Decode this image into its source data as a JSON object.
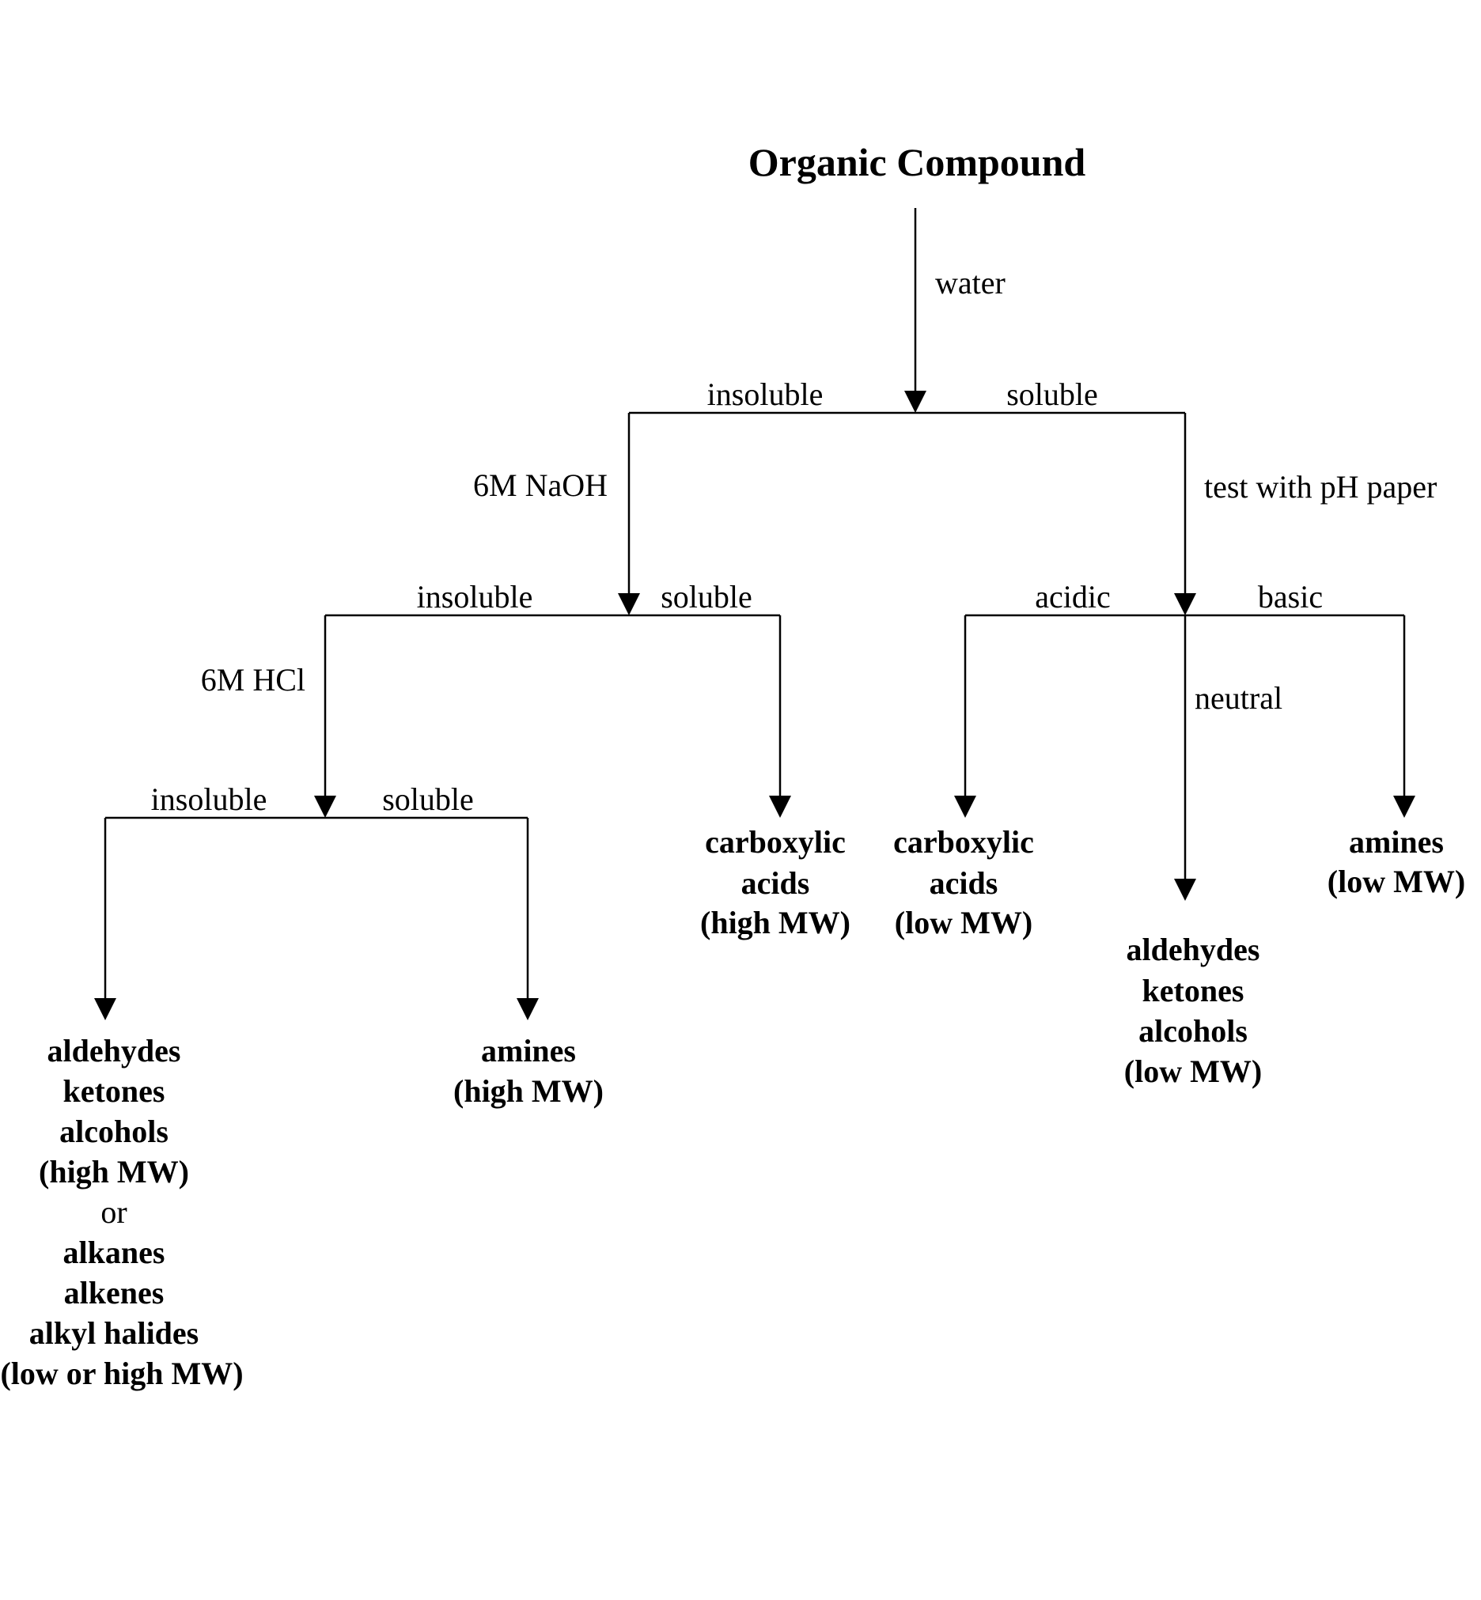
{
  "title": "Organic Compound",
  "labels": {
    "water": "water",
    "insoluble_top": "insoluble",
    "soluble_top": "soluble",
    "naoh": "6M NaOH",
    "ph_test": "test with pH paper",
    "insoluble_naoh": "insoluble",
    "soluble_naoh": "soluble",
    "hcl": "6M HCl",
    "insoluble_hcl": "insoluble",
    "soluble_hcl": "soluble",
    "acidic": "acidic",
    "basic": "basic",
    "neutral": "neutral"
  },
  "results": {
    "neutral_high": {
      "lines": [
        "aldehydes",
        "ketones",
        "alcohols",
        "(high MW)"
      ],
      "connector": "or",
      "lines2": [
        "alkanes",
        "alkenes",
        "alkyl halides",
        "(low or high MW)"
      ]
    },
    "amines_high": {
      "lines": [
        "amines",
        "(high MW)"
      ]
    },
    "carboxylic_high": {
      "lines": [
        "carboxylic",
        "acids",
        "(high MW)"
      ]
    },
    "carboxylic_low": {
      "lines": [
        "carboxylic",
        "acids",
        "(low MW)"
      ]
    },
    "neutral_low": {
      "lines": [
        "aldehydes",
        "ketones",
        "alcohols",
        "(low MW)"
      ]
    },
    "amines_low": {
      "lines": [
        "amines",
        "(low MW)"
      ]
    }
  },
  "colors": {
    "ink": "#000000",
    "background": "#ffffff"
  }
}
